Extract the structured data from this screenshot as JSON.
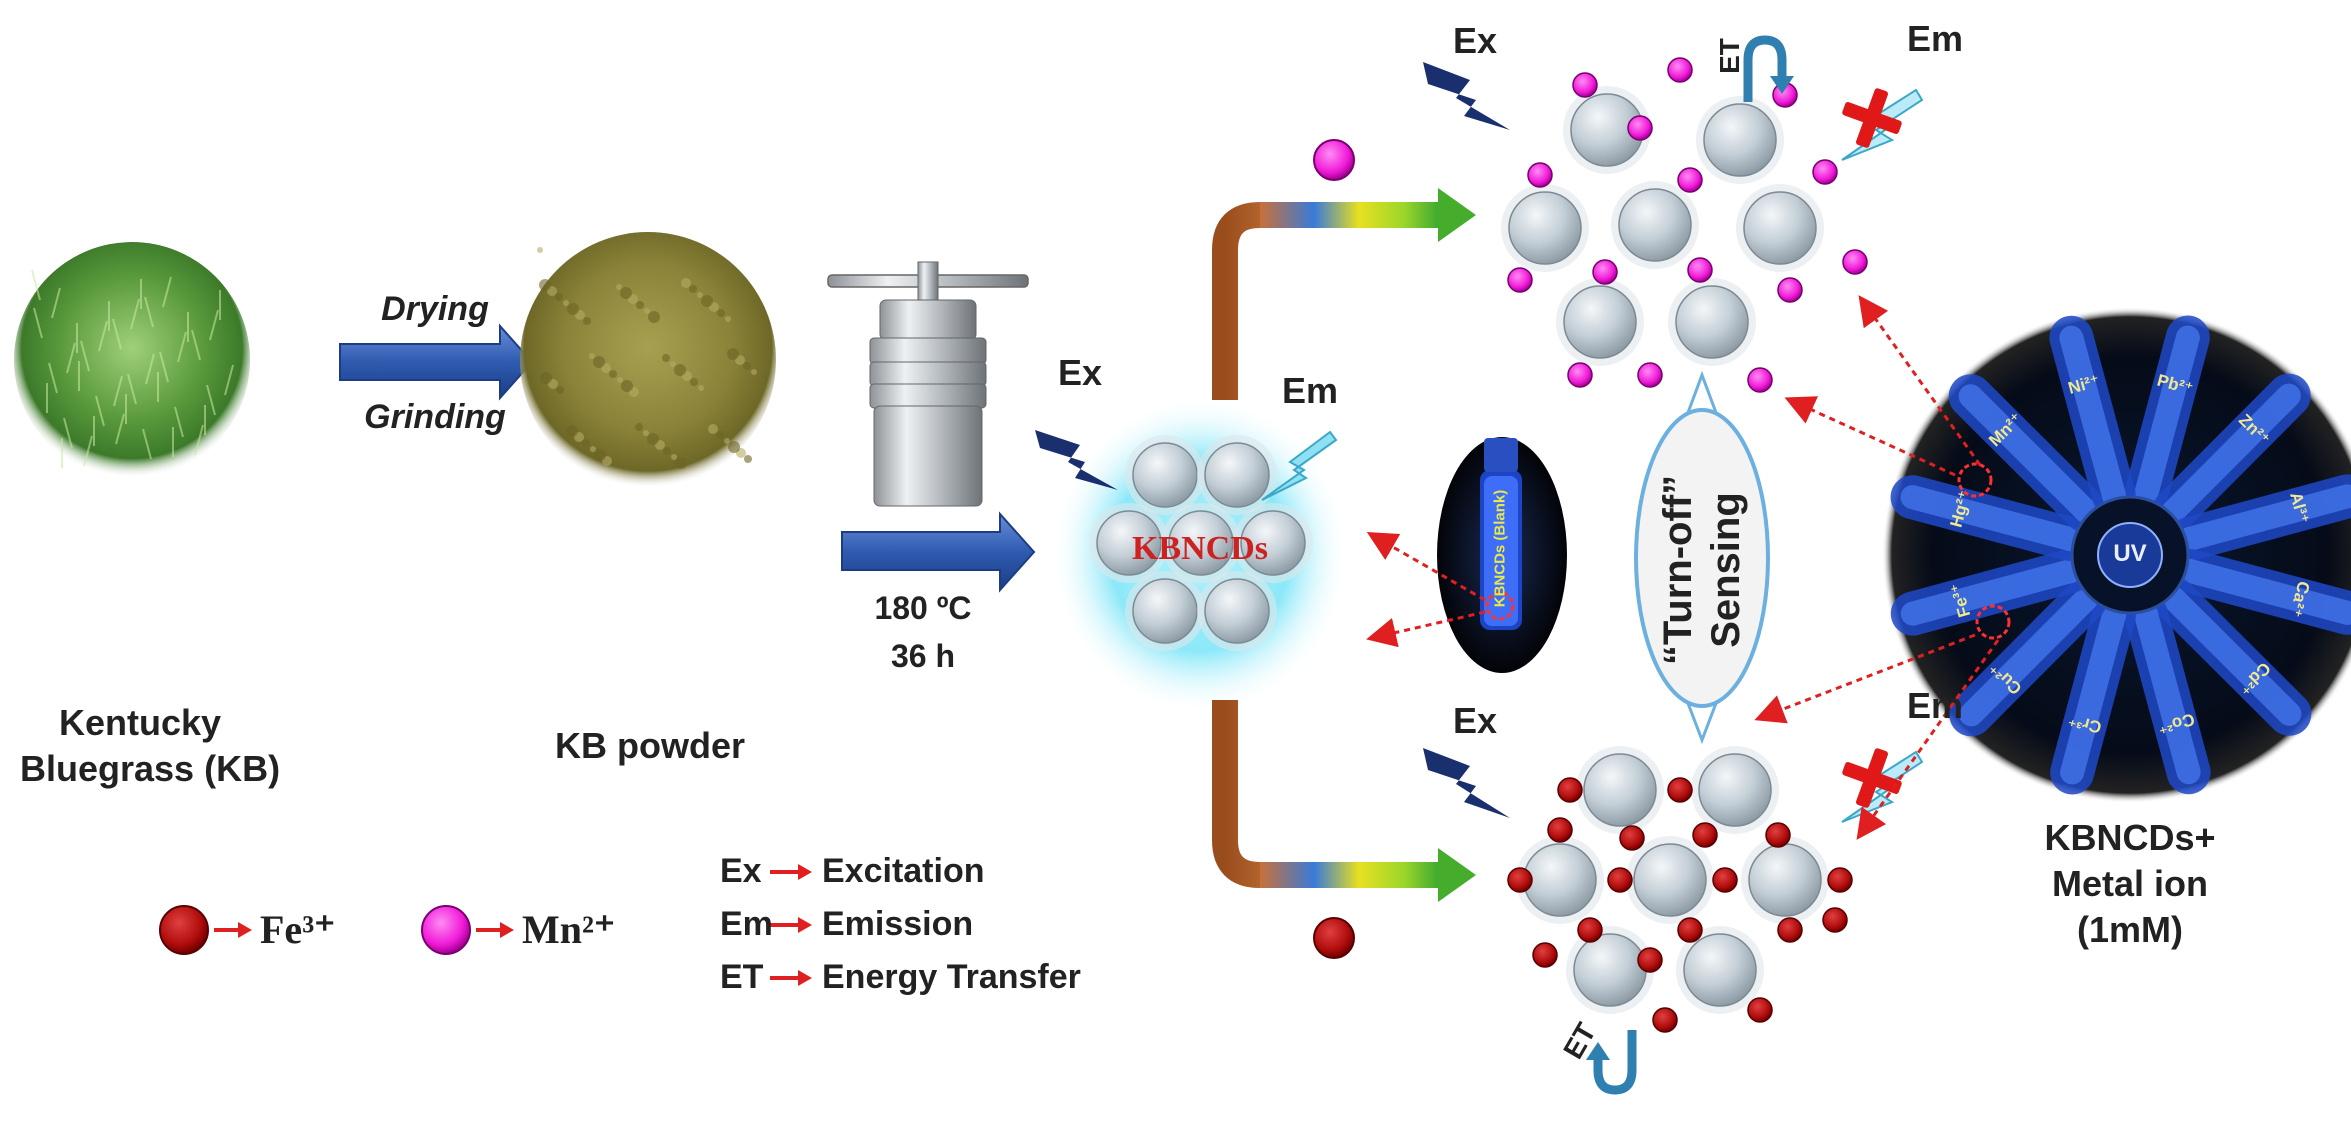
{
  "source": {
    "line1": "Kentucky",
    "line2": "Bluegrass (KB)"
  },
  "step1": {
    "top": "Drying",
    "bottom": "Grinding"
  },
  "powder": {
    "label": "KB powder"
  },
  "step2": {
    "temp": "180 ºC",
    "time": "36 h"
  },
  "center": {
    "name": "KBNCDs",
    "ex": "Ex",
    "em": "Em",
    "vial_label": "KBNCDs (Blank)"
  },
  "sensing": {
    "line1": "“Turn-off”",
    "line2": "Sensing"
  },
  "top_cluster": {
    "ex": "Ex",
    "em": "Em",
    "et": "ET",
    "ion_color": "#ff22dd"
  },
  "bottom_cluster": {
    "ex": "Ex",
    "em": "Em",
    "et": "ET",
    "ion_color": "#cc1111"
  },
  "photo": {
    "uv": "UV",
    "ions": [
      "Pb²⁺",
      "Zn²⁺",
      "Al³⁺",
      "Ca²⁺",
      "Cd²⁺",
      "Co²⁺",
      "Cr³⁺",
      "Cu²⁺",
      "Fe³⁺",
      "Hg²⁺",
      "Mn²⁺",
      "Ni²⁺"
    ],
    "caption1": "KBNCDs+",
    "caption2": "Metal ion",
    "caption3": "(1mM)"
  },
  "legend": {
    "fe": "Fe³⁺",
    "mn": "Mn²⁺",
    "fe_color": "#b01010",
    "mn_color": "#ff22dd",
    "ex_short": "Ex",
    "ex_long": "Excitation",
    "em_short": "Em",
    "em_long": "Emission",
    "et_short": "ET",
    "et_long": "Energy Transfer"
  }
}
